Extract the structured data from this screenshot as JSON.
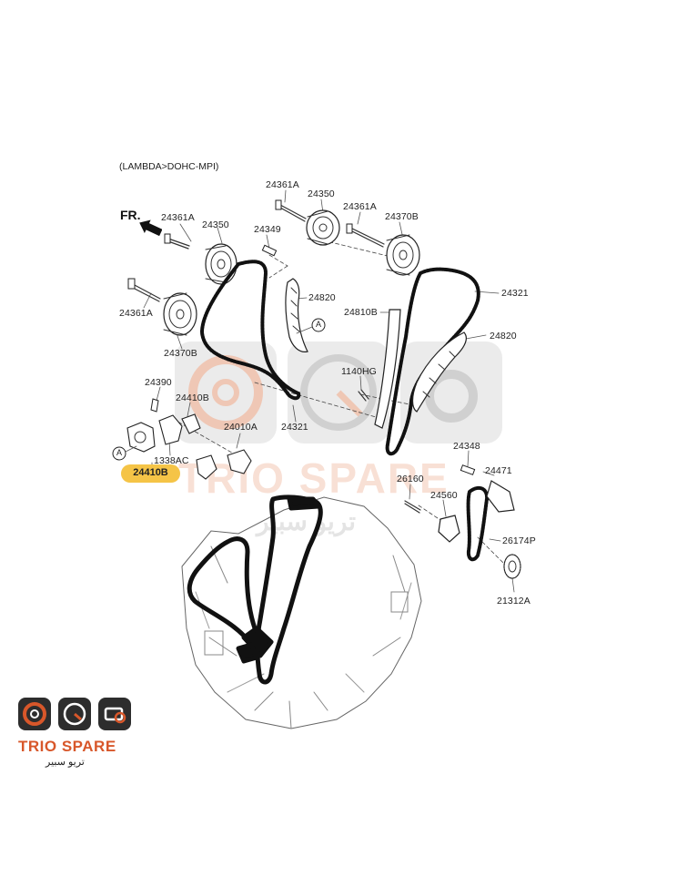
{
  "header": {
    "variant": "(LAMBDA>DOHC-MPI)",
    "front_marker": "FR."
  },
  "highlight": {
    "part": "24410B",
    "color": "#f5c447"
  },
  "labels": {
    "p24361A_top": "24361A",
    "p24350_top": "24350",
    "p24361A_mid": "24361A",
    "p24370B_right": "24370B",
    "p24361A_left": "24361A",
    "p24350_left": "24350",
    "p24349": "24349",
    "p24321_right": "24321",
    "p24820_top": "24820",
    "p24810B": "24810B",
    "p24820_right": "24820",
    "p24361A_lower": "24361A",
    "p24370B_left": "24370B",
    "p1140HG": "1140HG",
    "p24390": "24390",
    "p24410B": "24410B",
    "p24010A": "24010A",
    "p24321_mid": "24321",
    "p1338AC": "1338AC",
    "p24348": "24348",
    "p26160": "26160",
    "p24471": "24471",
    "p24560": "24560",
    "p26174P": "26174P",
    "p21312A": "21312A",
    "ref_a1": "A",
    "ref_a2": "A"
  },
  "watermark": {
    "brand": "TRIO SPARE",
    "arabic": "تريو سبير"
  },
  "logo": {
    "brand_part1": "TRIO",
    "brand_part2": "SPARE",
    "arabic": "تريو سبير",
    "accent": "#d8572a",
    "dark": "#2d2d2d"
  }
}
